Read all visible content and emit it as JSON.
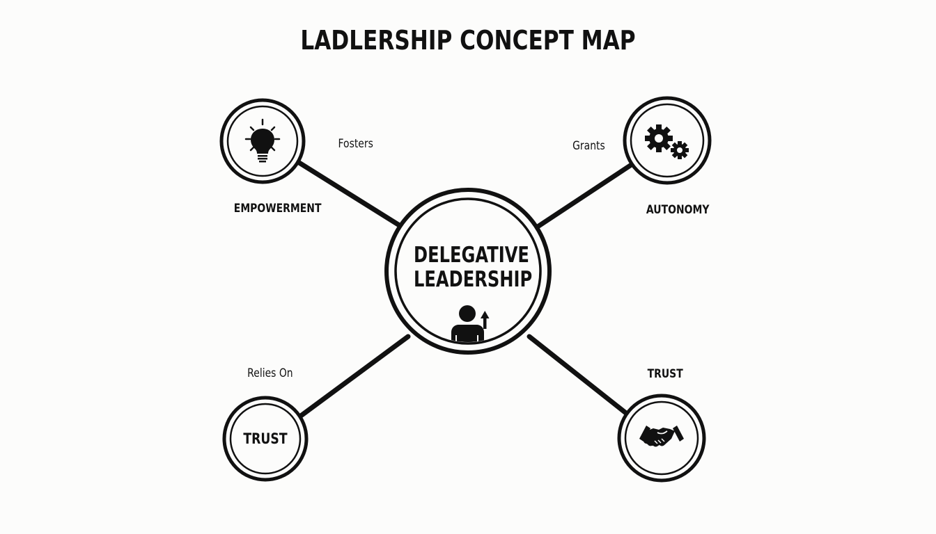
{
  "title": "LADLERSHIP CONCEPT MAP",
  "center": {
    "line1": "DELEGATIVE",
    "line2": "LEADERSHIP",
    "icon": "person-with-up-arrow-icon"
  },
  "nodes": [
    {
      "id": "empowerment",
      "label": "EMPOWERMENT",
      "icon": "lightbulb-icon",
      "link_label": "Fosters",
      "position": "top-left"
    },
    {
      "id": "autonomy",
      "label": "AUTONOMY",
      "icon": "gears-icon",
      "link_label": "Grants",
      "position": "top-right"
    },
    {
      "id": "trust-left",
      "label": "TRUST",
      "icon": null,
      "link_label": "Relies On",
      "position": "bottom-left"
    },
    {
      "id": "trust-right",
      "label": "TRUST",
      "icon": "handshake-icon",
      "link_label": null,
      "position": "bottom-right"
    }
  ],
  "colors": {
    "background": "#fcfcfb",
    "stroke": "#111111"
  }
}
